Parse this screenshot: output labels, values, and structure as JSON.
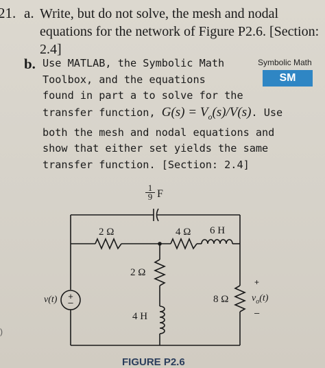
{
  "problem": {
    "number": "21.",
    "part_a": {
      "letter": "a.",
      "text": "Write, but do not solve, the mesh and nodal equations for the network of Figure P2.6. [Section: 2.4]"
    },
    "part_b": {
      "letter": "b.",
      "line1": "Use MATLAB, the Symbolic Math",
      "line2": "Toolbox, and the equations",
      "line3": "found in part a to solve for the",
      "line4_pre": "transfer function, ",
      "line4_math": "G(s) = V",
      "line4_sub": "o",
      "line4_math2": "(s)/V(s)",
      "line4_post": ". Use",
      "line5": "both the mesh and nodal equations and",
      "line6": "show that either set yields the same",
      "line7": "transfer function. [Section: 2.4]"
    },
    "side_label": "Symbolic Math",
    "badge": "SM"
  },
  "figure": {
    "caption": "FIGURE P2.6",
    "capacitor_num": "1",
    "capacitor_den": "9",
    "capacitor_unit": "F",
    "r1": "2 Ω",
    "r2": "4 Ω",
    "l1": "6 H",
    "r3": "2 Ω",
    "l2": "4 H",
    "r4": "8 Ω",
    "source_label": "v(t)",
    "output_label": "v",
    "output_sub": "o",
    "output_arg": "(t)",
    "plus": "+",
    "minus": "–"
  },
  "edge_mark": ")",
  "colors": {
    "badge_bg": "#2f86c4",
    "caption": "#2b3e5c"
  }
}
